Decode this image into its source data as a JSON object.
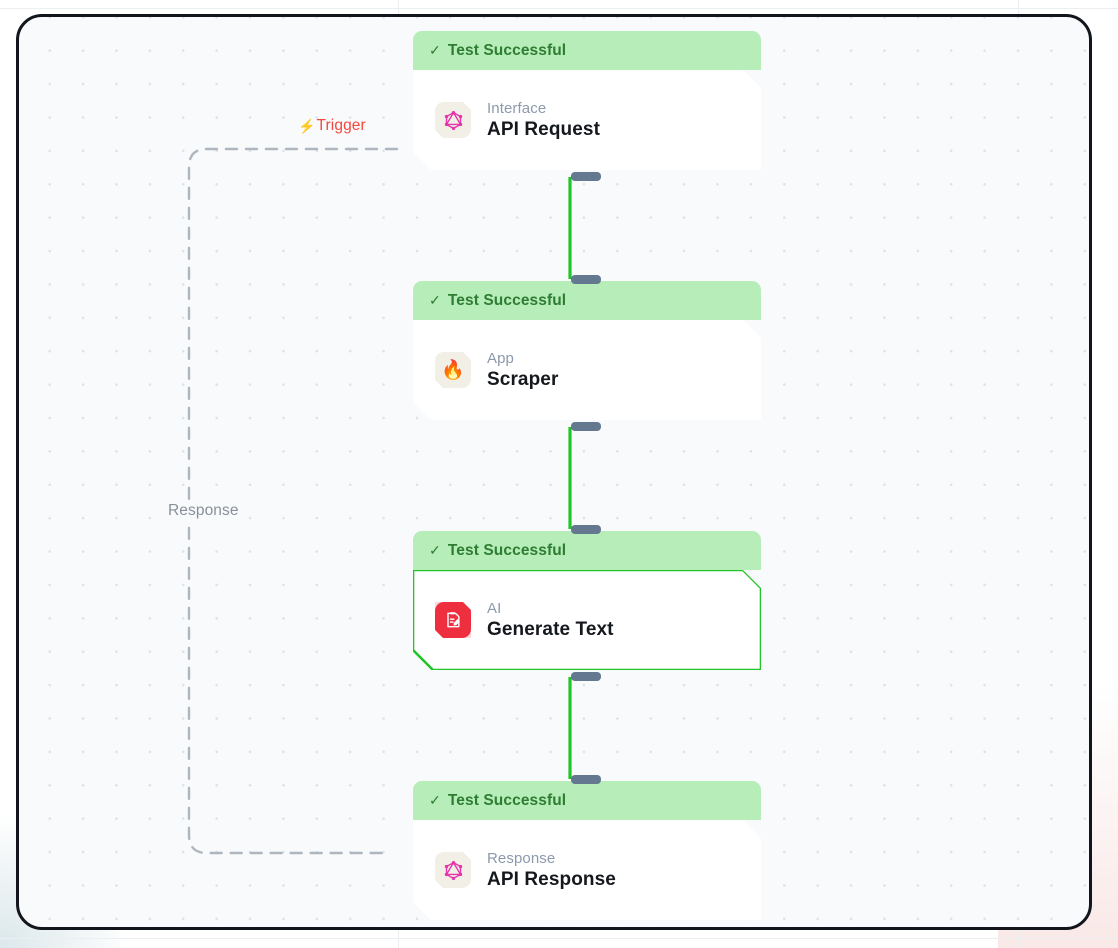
{
  "canvas": {
    "background_color": "#f8fafb",
    "frame_color": "#12161c",
    "grid": "dot-grid"
  },
  "edges": {
    "trigger": {
      "label": "Trigger",
      "icon": "lightning-bolt-icon",
      "color": "#f4483e",
      "style": "dashed"
    },
    "response": {
      "label": "Response",
      "color": "#8a9099",
      "style": "dashed"
    },
    "flow_color": "#22c527"
  },
  "nodes": [
    {
      "status": "Test Successful",
      "status_icon": "check-icon",
      "category": "Interface",
      "title": "API Request",
      "icon": "graphql-icon",
      "icon_glyph": "⬡",
      "icon_tile_color": "#f2efe7",
      "selected": false
    },
    {
      "status": "Test Successful",
      "status_icon": "check-icon",
      "category": "App",
      "title": "Scraper",
      "icon": "fire-icon",
      "icon_glyph": "🔥",
      "icon_tile_color": "#f2efe7",
      "selected": false
    },
    {
      "status": "Test Successful",
      "status_icon": "check-icon",
      "category": "AI",
      "title": "Generate Text",
      "icon": "clipboard-pencil-icon",
      "icon_glyph": "📝",
      "icon_tile_color": "#ed2f3f",
      "selected": true
    },
    {
      "status": "Test Successful",
      "status_icon": "check-icon",
      "category": "Response",
      "title": "API Response",
      "icon": "graphql-icon",
      "icon_glyph": "⬡",
      "icon_tile_color": "#f2efe7",
      "selected": false
    }
  ]
}
